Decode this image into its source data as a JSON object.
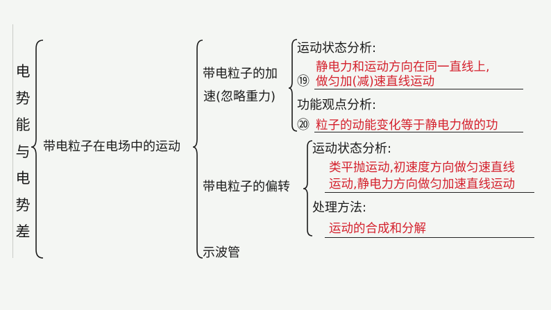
{
  "title": "电势能与电势差",
  "root": "带电粒子在电场中的运动",
  "branches": {
    "acceleration": {
      "label_line1": "带电粒子的加",
      "label_line2": "速(忽略重力)",
      "motion_heading": "运动状态分析:",
      "blank_19_number": "⑲",
      "blank_19_line1": "静电力和运动方向在同一直线上,",
      "blank_19_line2": "做匀加(减)速直线运动",
      "energy_heading": "功能观点分析:",
      "blank_20_number": "⑳",
      "blank_20_text": "粒子的动能变化等于静电力做的功"
    },
    "deflection": {
      "label": "带电粒子的偏转",
      "motion_heading": "运动状态分析:",
      "answer_line1": "类平抛运动,初速度方向做匀速直线",
      "answer_line2": "运动,静电力方向做匀加速直线运动",
      "method_heading": "处理方法:",
      "method_answer": "运动的合成和分解"
    },
    "oscilloscope": {
      "label": "示波管"
    }
  },
  "colors": {
    "answer": "#d4202c",
    "text": "#1a1a1a",
    "background": "#f4f6f3"
  }
}
